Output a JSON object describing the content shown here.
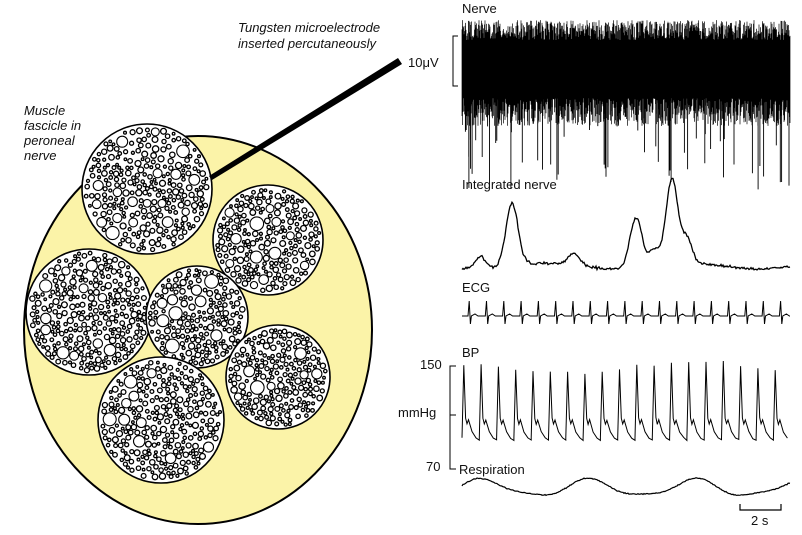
{
  "diagram": {
    "electrode_label_line1": "Tungsten microelectrode",
    "electrode_label_line2": "inserted percutaneously",
    "fascicle_label_line1": "Muscle",
    "fascicle_label_line2": "fascicle in",
    "fascicle_label_line3": "peroneal",
    "fascicle_label_line4": "nerve"
  },
  "traces": {
    "nerve": {
      "label": "Nerve",
      "scale_label": "10μV"
    },
    "integrated": {
      "label": "Integrated nerve"
    },
    "ecg": {
      "label": "ECG"
    },
    "bp": {
      "label": "BP",
      "top_tick": "150",
      "unit": "mmHg",
      "bottom_tick": "70"
    },
    "respiration": {
      "label": "Respiration"
    },
    "time_scale": "2 s"
  },
  "colors": {
    "nerve_fill": "#fbf3a8",
    "outline": "#000000",
    "axon_fill": "#ffffff",
    "trace": "#000000"
  }
}
